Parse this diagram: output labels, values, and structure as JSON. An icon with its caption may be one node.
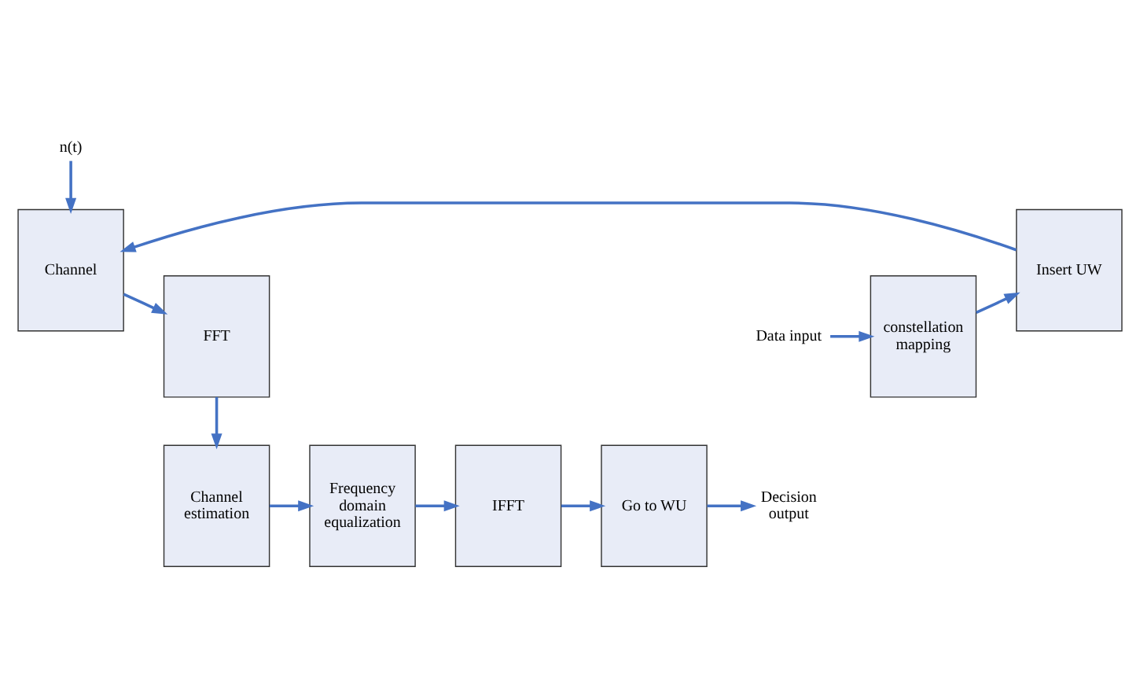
{
  "diagram": {
    "nodes": [
      {
        "text": [
          "n(t)"
        ]
      },
      {
        "text": [
          "Data input"
        ]
      },
      {
        "text": [
          "constellation mapping"
        ]
      },
      {
        "text": [
          "Insert UW"
        ]
      },
      {
        "text": [
          "Channel"
        ]
      },
      {
        "text": [
          "FFT"
        ]
      },
      {
        "text": [
          "Decision output"
        ]
      },
      {
        "text": [
          "Go to WU"
        ]
      },
      {
        "text": [
          "IFFT"
        ]
      },
      {
        "text": [
          "Frequency domain equalization"
        ]
      },
      {
        "text": [
          "Channel estimation"
        ]
      }
    ],
    "edges": [
      {
        "from": 1,
        "to": 2,
        "arrow": "to"
      },
      {
        "from": 2,
        "to": 3,
        "arrow": "to"
      },
      {
        "from": 3,
        "to": 4,
        "arrow": "to"
      },
      {
        "from": 0,
        "to": 4,
        "arrow": "to"
      },
      {
        "from": 4,
        "to": 5,
        "arrow": "to"
      },
      {
        "from": 5,
        "to": 10,
        "arrow": "to"
      },
      {
        "from": 10,
        "to": 9,
        "arrow": "to"
      },
      {
        "from": 9,
        "to": 8,
        "arrow": "to"
      },
      {
        "from": 8,
        "to": 7,
        "arrow": "to"
      },
      {
        "from": 7,
        "to": 6,
        "arrow": "to"
      }
    ]
  }
}
